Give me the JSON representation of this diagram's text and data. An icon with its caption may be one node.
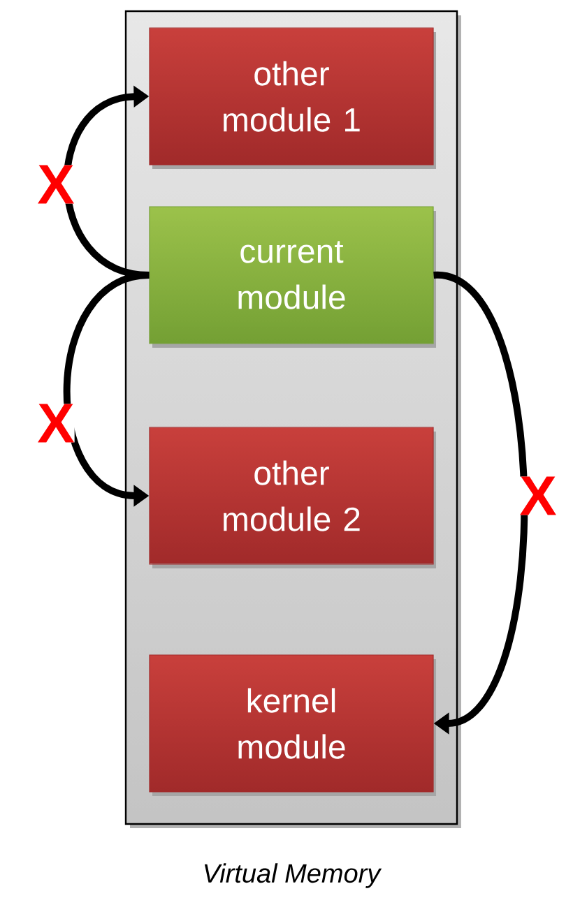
{
  "diagram": {
    "nodes": [
      {
        "text": [
          "Virtual Memory"
        ]
      },
      {
        "text": [
          "other module 1"
        ],
        "in": 0
      },
      {
        "text": [
          "current module"
        ],
        "in": 0
      },
      {
        "text": [
          "other module 2"
        ],
        "in": 0
      },
      {
        "text": [
          "kernel module"
        ],
        "in": 0
      }
    ],
    "edges": [
      {
        "from": 2,
        "to": 1,
        "arrow": "to",
        "label": "X"
      },
      {
        "from": 2,
        "to": 3,
        "arrow": "to",
        "label": "X"
      },
      {
        "from": 2,
        "to": 4,
        "arrow": "to",
        "label": "X"
      }
    ]
  }
}
